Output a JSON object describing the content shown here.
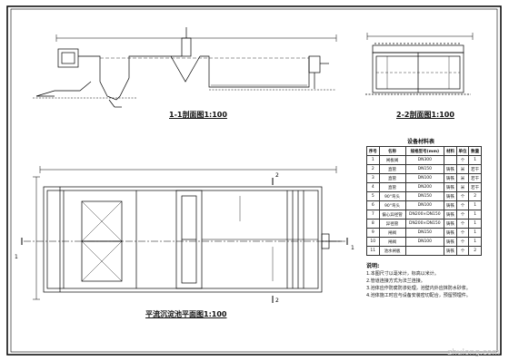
{
  "drawing": {
    "section_1_title": "1-1剖面图1:100",
    "section_2_title": "2-2剖面图1:100",
    "plan_title": "平流沉淀池平面图1:100",
    "plan_markers": {
      "left_mark": "1",
      "right_mark": "1",
      "top_mark": "2",
      "bottom_mark": "2"
    },
    "watermark": "zhulong.com"
  },
  "material_table": {
    "title": "设备材料表",
    "headers": [
      "序号",
      "名称",
      "规格型号(mm)",
      "材料",
      "单位",
      "数量"
    ],
    "rows": [
      [
        "1",
        "闸板阀",
        "DN300",
        "",
        "个",
        "1"
      ],
      [
        "2",
        "直管",
        "DN150",
        "铸铁",
        "米",
        "若干"
      ],
      [
        "3",
        "直管",
        "DN100",
        "铸铁",
        "米",
        "若干"
      ],
      [
        "4",
        "直管",
        "DN200",
        "铸铁",
        "米",
        "若干"
      ],
      [
        "5",
        "90°弯头",
        "DN150",
        "铸铁",
        "个",
        "2"
      ],
      [
        "6",
        "90°弯头",
        "DN100",
        "铸铁",
        "个",
        "1"
      ],
      [
        "7",
        "偏心异径管",
        "DN200×DN150",
        "铸铁",
        "个",
        "1"
      ],
      [
        "8",
        "异径管",
        "DN200×DN150",
        "铸铁",
        "个",
        "1"
      ],
      [
        "9",
        "闸阀",
        "DN150",
        "铸铁",
        "个",
        "1"
      ],
      [
        "10",
        "闸阀",
        "DN100",
        "铸铁",
        "个",
        "1"
      ],
      [
        "11",
        "池水闸板",
        "",
        "铸铁",
        "个",
        "2"
      ]
    ]
  },
  "notes": {
    "heading": "说明:",
    "items": [
      "1.本图尺寸以毫米计，标高以米计。",
      "2.管道连接方式为法兰连接。",
      "3.池体应作防腐防渗处理，池壁内外应抹防水砂浆。",
      "4.池体施工时应与设备安装密切配合，预留预埋件。"
    ]
  }
}
